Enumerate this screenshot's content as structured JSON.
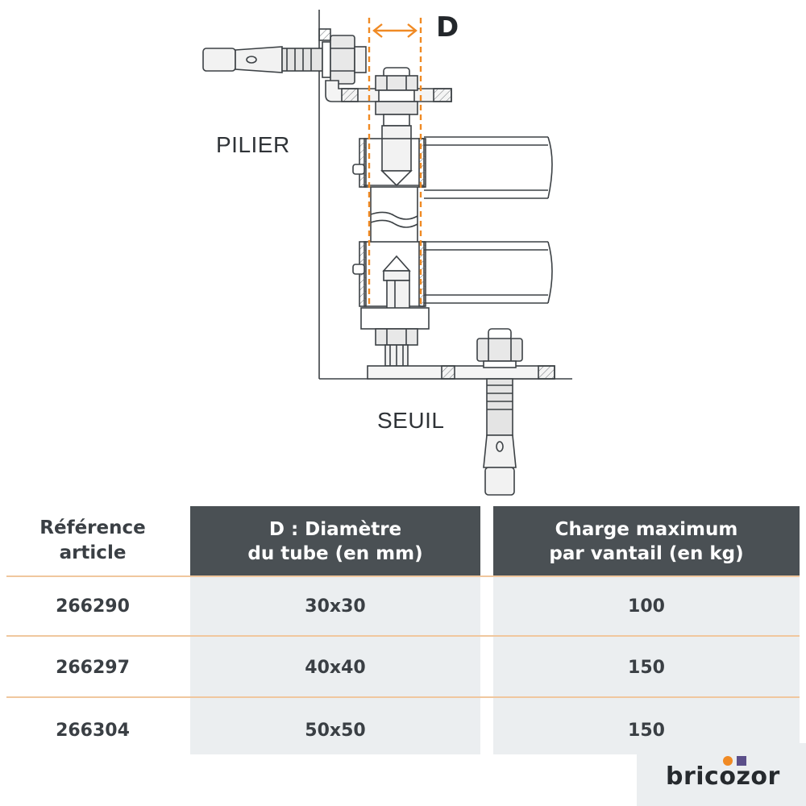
{
  "diagram": {
    "label_pilier": "PILIER",
    "label_seuil": "SEUIL",
    "label_dimension": "D",
    "accent_color": "#f08a24"
  },
  "table": {
    "headers": {
      "reference_line1": "Référence",
      "reference_line2": "article",
      "diameter_line1": "D : Diamètre",
      "diameter_line2": "du tube (en mm)",
      "load_line1": "Charge maximum",
      "load_line2": "par vantail (en kg)"
    },
    "rows": [
      {
        "reference": "266290",
        "diameter": "30x30",
        "load": "100"
      },
      {
        "reference": "266297",
        "diameter": "40x40",
        "load": "150"
      },
      {
        "reference": "266304",
        "diameter": "50x50",
        "load": "150"
      }
    ],
    "header_color": "#4a5054",
    "stripe_color": "#ebeef0",
    "divider_color": "#f0c79e"
  },
  "logo": {
    "text": "bricozor",
    "dot_color": "#f08a24",
    "square_color": "#5b4f8a"
  }
}
